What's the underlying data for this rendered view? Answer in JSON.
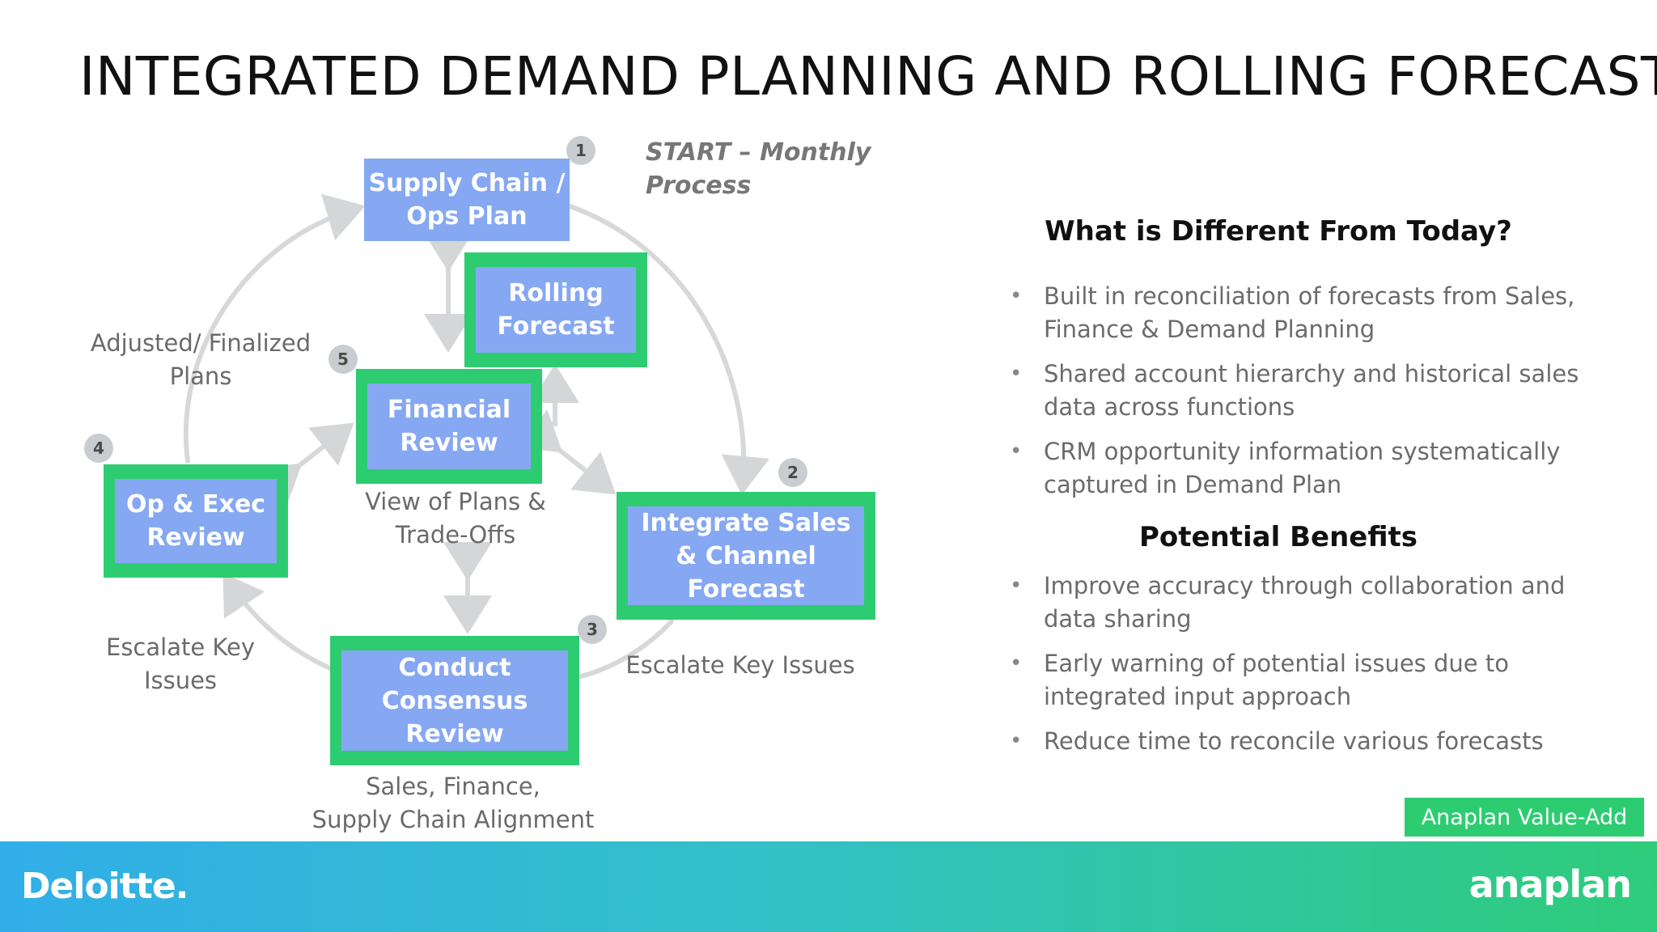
{
  "title": "INTEGRATED DEMAND PLANNING AND ROLLING FORECAST",
  "start_label": "START – Monthly\nProcess",
  "steps": {
    "supply_chain": "Supply Chain /\nOps Plan",
    "rolling_forecast": "Rolling\nForecast",
    "financial_review": "Financial\nReview",
    "integrate_sales": "Integrate Sales\n& Channel\nForecast",
    "consensus_review": "Conduct\nConsensus\nReview",
    "op_exec_review": "Op & Exec\nReview"
  },
  "badges": [
    "1",
    "2",
    "3",
    "4",
    "5"
  ],
  "labels": {
    "adjusted_plans": "Adjusted/ Finalized\nPlans",
    "view_of_plans": "View of Plans &\nTrade-Offs",
    "escalate_left": "Escalate Key\nIssues",
    "escalate_right": "Escalate Key Issues",
    "alignment": "Sales, Finance,\nSupply Chain Alignment"
  },
  "panel": {
    "heading_1": "What is Different From Today?",
    "differences": [
      "Built in reconciliation of forecasts from Sales, Finance & Demand Planning",
      "Shared account hierarchy and historical sales data across functions",
      "CRM opportunity information systematically captured in Demand Plan"
    ],
    "heading_2": "Potential Benefits",
    "benefits": [
      "Improve accuracy through collaboration and data sharing",
      "Early warning of potential issues due to integrated input approach",
      "Reduce time to reconcile various forecasts"
    ]
  },
  "value_add": "Anaplan Value-Add",
  "footer": {
    "left_logo": "Deloitte.",
    "right_logo": "anaplan"
  },
  "colors": {
    "box_fill": "#86a8f2",
    "frame_green": "#2ecc71",
    "arrow_gray": "#d4d6d8",
    "footer_start": "#31aee8",
    "footer_end": "#2ecc7a"
  }
}
